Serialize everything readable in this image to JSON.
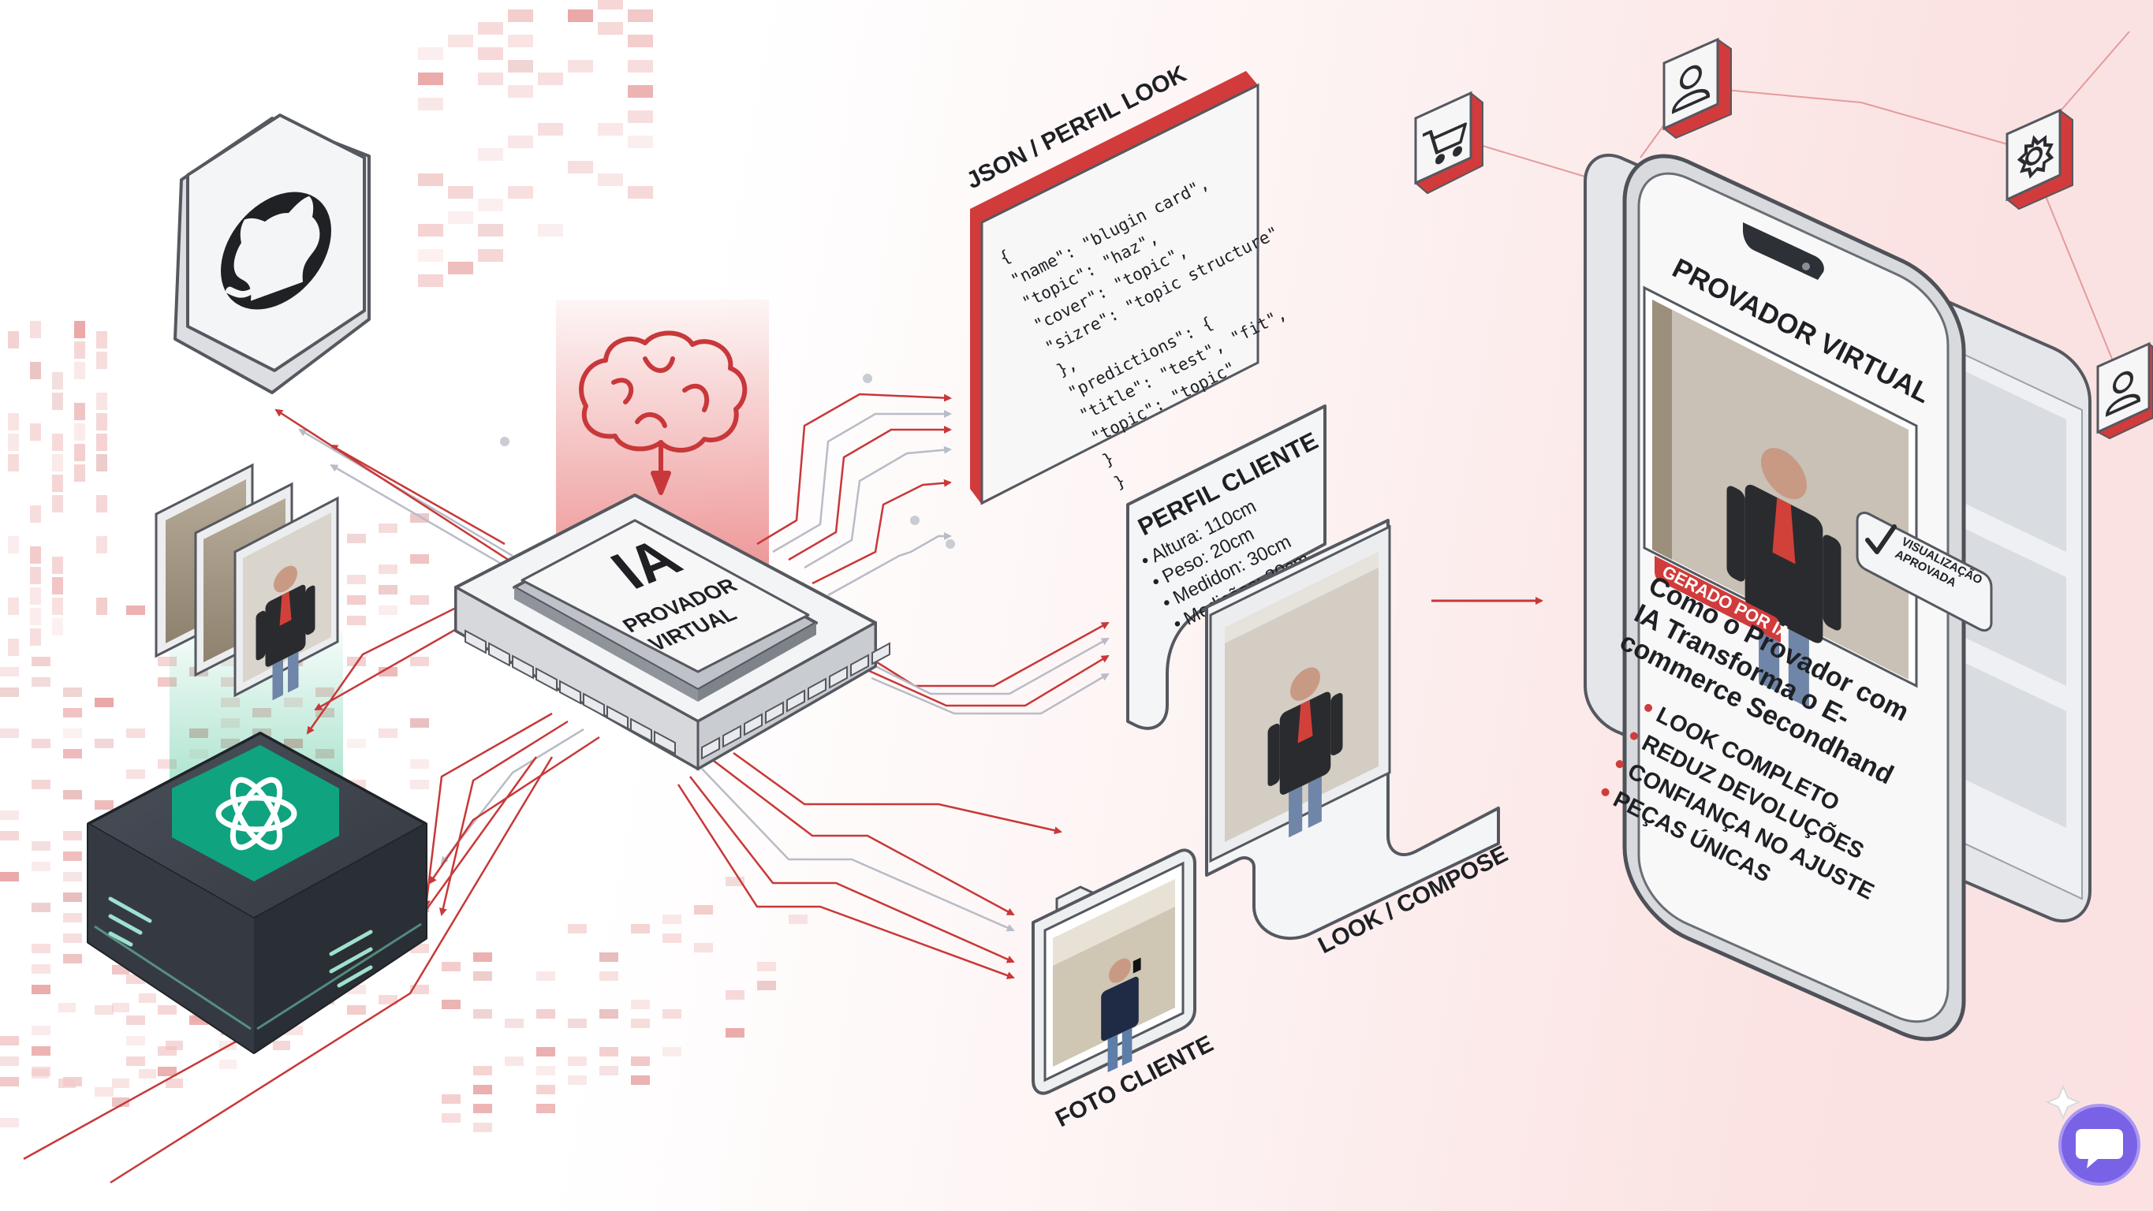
{
  "colors": {
    "accent_red": "#d13b3b",
    "dark_box": "#3a4048",
    "openai_green": "#12a37f",
    "card_bg": "#f2f3f5",
    "outline": "#5a5e66",
    "chat_purple": "#7a62e6"
  },
  "icons": {
    "repo": "github-icon",
    "ai_model": "openai-icon",
    "brain": "brain-icon",
    "cart": "cart-icon",
    "user": "user-icon",
    "settings": "gear-icon",
    "check": "check-icon",
    "chat": "chat-icon",
    "camera": "camera-icon",
    "sparkle": "sparkle-icon"
  },
  "chip": {
    "title": "IA",
    "subtitle": "PROVADOR\nVIRTUAL"
  },
  "json_panel": {
    "header": "JSON / PERFIL LOOK",
    "code": "{\n  \"name\": \"blugin card\",\n  \"topic\": \"haz\",\n  \"cover\": \"topic\",\n    \"sizre\": \"topic structure\"\n  },\n  \"predictions\": {\n    \"title\": \"test\", \"fit\",\n    \"topic\": \"topic\"\n  }\n}"
  },
  "perfil_cliente": {
    "header": "PERFIL CLIENTE",
    "lines": [
      "• Altura: 110cm",
      "• Peso: 20cm",
      "• Medidon: 30cm",
      "• Medições: 30cm"
    ]
  },
  "look_compose": {
    "label": "LOOK / COMPOSE"
  },
  "foto_cliente": {
    "label": "FOTO CLIENTE"
  },
  "phone": {
    "header": "PROVADOR VIRTUAL",
    "tag": "GERADO POR IA",
    "badge": "VISUALIZAÇÃO\nAPROVADA",
    "headline": "Como o Provador com\nIA Transforma o E-\ncommerce Secondhand",
    "bullets": [
      "LOOK COMPLETO",
      "REDUZ DEVOLUÇÕES",
      "CONFIANÇA NO AJUSTE",
      "PEÇAS ÚNICAS"
    ]
  }
}
